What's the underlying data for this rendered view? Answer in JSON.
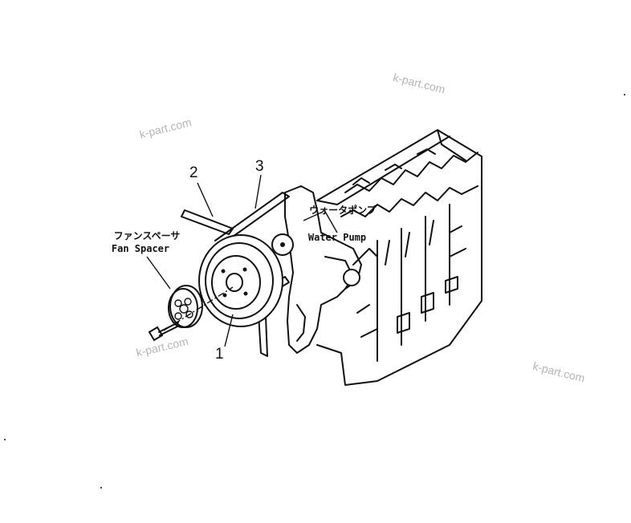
{
  "callouts": {
    "part_1": "1",
    "part_2": "2",
    "part_3": "3"
  },
  "labels": {
    "fan_spacer_jp": "ファンスペーサ",
    "fan_spacer_en": "Fan  Spacer",
    "water_pump_jp": "ウォータポンプ",
    "water_pump_en": "Water  Pump"
  },
  "watermarks": {
    "top_right": "k-part.com",
    "top_left": "k-part.com",
    "bottom_left": "k-part.com",
    "bottom_right": "k-part.com"
  }
}
